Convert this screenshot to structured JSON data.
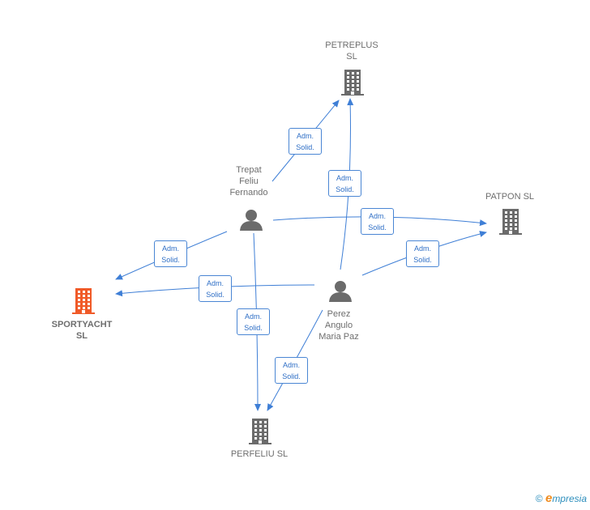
{
  "nodes": {
    "petreplus": {
      "label": "PETREPLUS\nSL",
      "kind": "company"
    },
    "patpon": {
      "label": "PATPON SL",
      "kind": "company"
    },
    "sportyacht": {
      "label": "SPORTYACHT\nSL",
      "kind": "company-focus"
    },
    "perfeliu": {
      "label": "PERFELIU  SL",
      "kind": "company"
    },
    "trepat": {
      "label": "Trepat\nFeliu\nFernando",
      "kind": "person"
    },
    "perez": {
      "label": "Perez\nAngulo\nMaria Paz",
      "kind": "person"
    }
  },
  "edges": [
    {
      "from": "trepat",
      "to": "petreplus",
      "label": "Adm.\nSolid."
    },
    {
      "from": "perez",
      "to": "petreplus",
      "label": "Adm.\nSolid."
    },
    {
      "from": "trepat",
      "to": "patpon",
      "label": "Adm.\nSolid."
    },
    {
      "from": "perez",
      "to": "patpon",
      "label": "Adm.\nSolid."
    },
    {
      "from": "trepat",
      "to": "sportyacht",
      "label": "Adm.\nSolid."
    },
    {
      "from": "perez",
      "to": "sportyacht",
      "label": "Adm.\nSolid."
    },
    {
      "from": "trepat",
      "to": "perfeliu",
      "label": "Adm.\nSolid."
    },
    {
      "from": "perez",
      "to": "perfeliu",
      "label": "Adm.\nSolid."
    }
  ],
  "colors": {
    "edge": "#3f7fd6",
    "company_icon": "#6b6b6b",
    "focus_icon": "#f05a28",
    "person_icon": "#6b6b6b"
  },
  "footer": {
    "copyright": "©",
    "brand_initial": "e",
    "brand_rest": "mpresia"
  }
}
